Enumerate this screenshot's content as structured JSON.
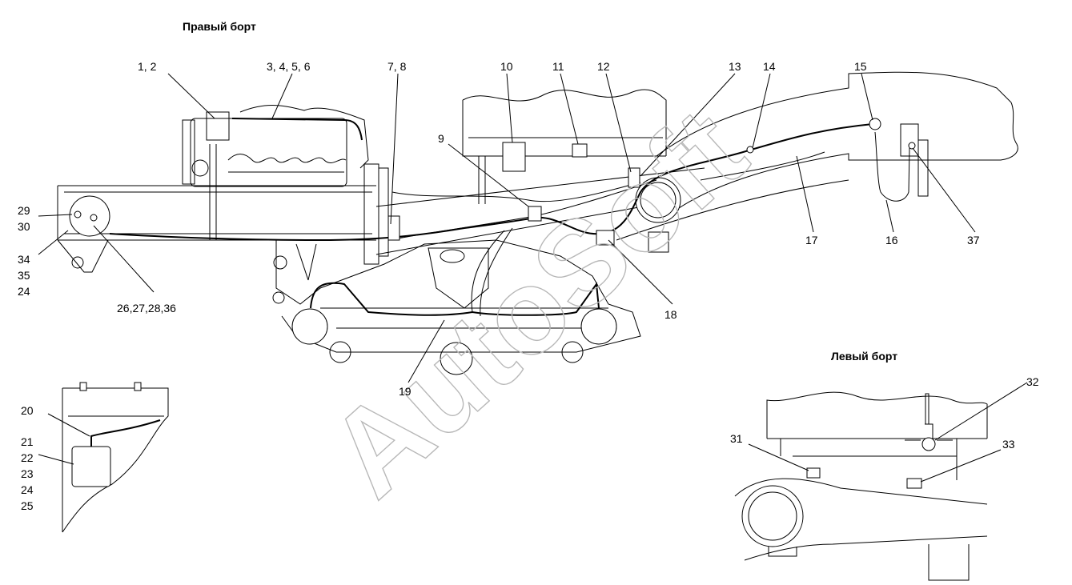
{
  "titles": {
    "right_side": "Правый борт",
    "left_side": "Левый борт"
  },
  "watermark": "AutoSoft",
  "callouts": {
    "c1_2": "1, 2",
    "c3_6": "3, 4, 5, 6",
    "c7_8": "7, 8",
    "c9": "9",
    "c10": "10",
    "c11": "11",
    "c12": "12",
    "c13": "13",
    "c14": "14",
    "c15": "15",
    "c16": "16",
    "c17": "17",
    "c18": "18",
    "c19": "19",
    "c20": "20",
    "c21": "21",
    "c22": "22",
    "c23": "23",
    "c24a": "24",
    "c25": "25",
    "c29": "29",
    "c30": "30",
    "c34": "34",
    "c35": "35",
    "c24b": "24",
    "c26_36": "26,27,28,36",
    "c31": "31",
    "c32": "32",
    "c33": "33",
    "c37": "37"
  }
}
